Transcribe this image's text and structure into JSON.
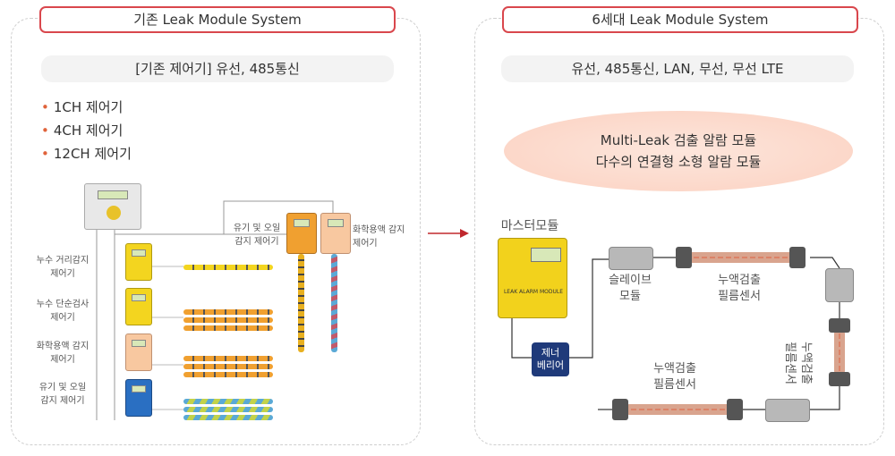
{
  "left": {
    "title": "기존 Leak Module System",
    "subtitle": "[기존 제어기] 유선, 485통신",
    "bullets": [
      "1CH 제어기",
      "4CH 제어기",
      "12CH 제어기"
    ],
    "labels": {
      "oil_controller": [
        "유기 및 오일",
        "감지 제어기"
      ],
      "chem_controller": [
        "화학용액 감지",
        "제어기"
      ],
      "water_distance": [
        "누수 거리감지",
        "제어기"
      ],
      "water_simple": [
        "누수 단순검사",
        "제어기"
      ],
      "chem_row": [
        "화학용액 감지",
        "제어기"
      ],
      "oil_row": [
        "유기 및 오일",
        "감지 제어기"
      ]
    }
  },
  "right": {
    "title": "6세대 Leak Module System",
    "subtitle": "유선, 485통신, LAN, 무선, 무선 LTE",
    "ellipse": [
      "Multi-Leak 검출 알람 모듈",
      "다수의 연결형 소형 알람 모듈"
    ],
    "master_label": "마스터모듈",
    "master_device_text": "LEAK ALARM MODULE",
    "zener": [
      "제너",
      "베리어"
    ],
    "slave": [
      "슬레이브",
      "모듈"
    ],
    "film_top": [
      "누액검출",
      "필름센서"
    ],
    "film_bottom": [
      "누액검출",
      "필름센서"
    ],
    "film_vertical": [
      "누액검출",
      "필름센서"
    ]
  },
  "colors": {
    "title_border": "#d9474d",
    "bullet": "#e0633b",
    "arrow": "#c0282d",
    "zener_bg": "#1f3a7a",
    "master_yellow": "#f2d21c"
  }
}
